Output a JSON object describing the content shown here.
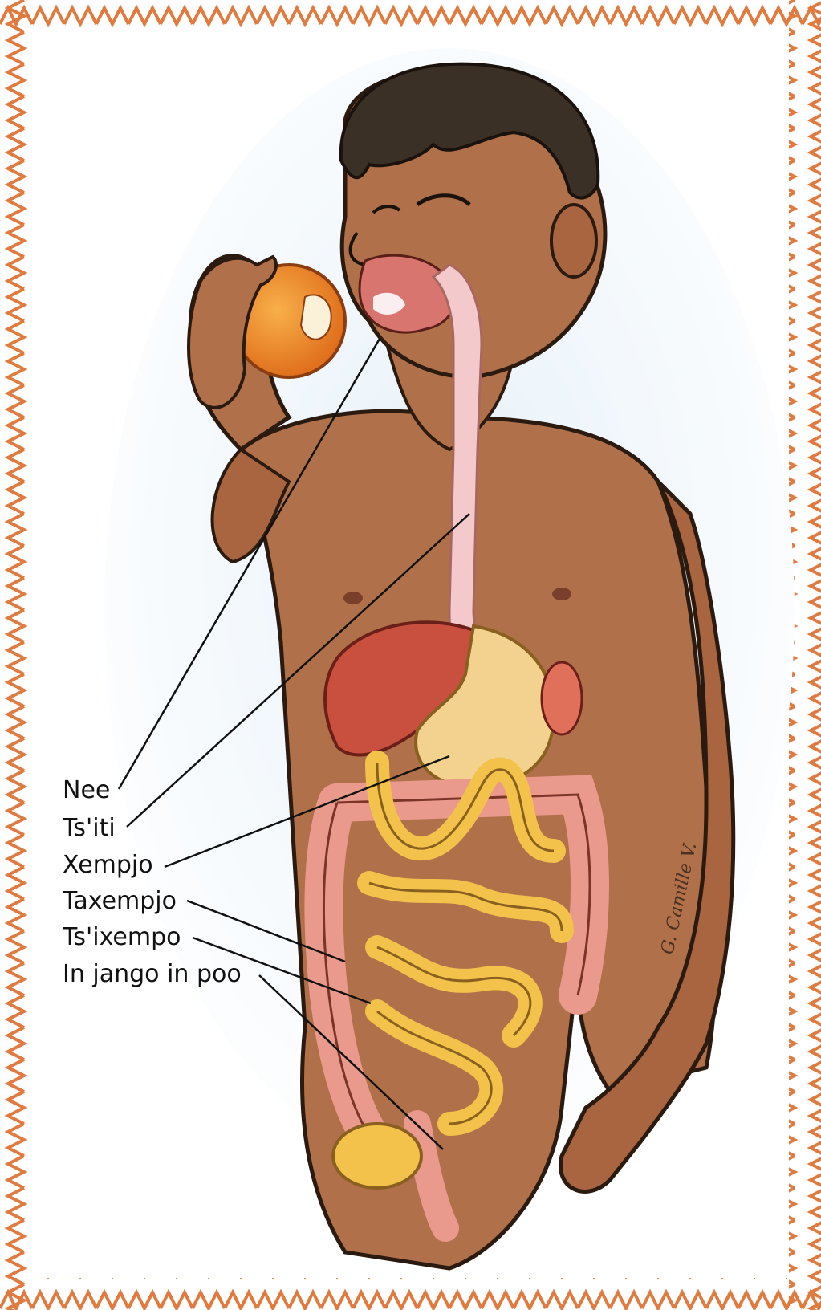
{
  "colors": {
    "border": "#e07a3e",
    "background_wash": "#cfe4f3",
    "skin": "#b0704a",
    "hair": "#3b3026",
    "orange_fruit": "#f0892a",
    "esophagus": "#f3c9cc",
    "liver": "#c9503f",
    "stomach": "#f3d18f",
    "small_intestine": "#f2c24a",
    "large_intestine": "#e99a8c",
    "leader_line": "#111111"
  },
  "labels": {
    "mouth": "Nee",
    "esophagus": "Ts'iti",
    "stomach": "Xempjo",
    "large_intestine": "Taxempjo",
    "small_intestine": "Ts'ixempo",
    "rectum_anus": "In jango in poo"
  },
  "artist_signature": "G. Camille V."
}
